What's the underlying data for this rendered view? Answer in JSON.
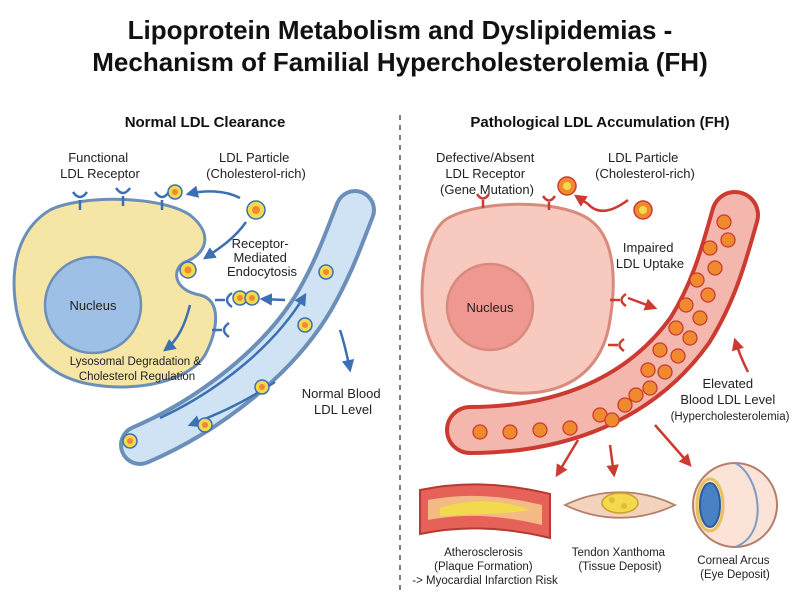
{
  "title": {
    "line1": "Lipoprotein Metabolism and Dyslipidemias -",
    "line2": "Mechanism of Familial Hypercholesterolemia (FH)"
  },
  "left_panel": {
    "heading": "Normal LDL Clearance",
    "receptor_label": [
      "Functional",
      "LDL Receptor"
    ],
    "particle_label": [
      "LDL Particle",
      "(Cholesterol-rich)"
    ],
    "endocytosis_label": [
      "Receptor-",
      "Mediated",
      "Endocytosis"
    ],
    "nucleus": "Nucleus",
    "lysosome_label": [
      "Lysosomal Degradation &",
      "Cholesterol Regulation"
    ],
    "blood_label": [
      "Normal Blood",
      "LDL Level"
    ]
  },
  "right_panel": {
    "heading": "Pathological LDL Accumulation (FH)",
    "receptor_label": [
      "Defective/Absent",
      "LDL Receptor",
      "(Gene Mutation)"
    ],
    "particle_label": [
      "LDL Particle",
      "(Cholesterol-rich)"
    ],
    "uptake_label": [
      "Impaired",
      "LDL Uptake"
    ],
    "nucleus": "Nucleus",
    "blood_label": [
      "Elevated",
      "Blood LDL Level",
      "(Hypercholesterolemia)"
    ],
    "outcomes": [
      {
        "lines": [
          "Atherosclerosis",
          "(Plaque Formation)",
          "-> Myocardial Infarction Risk"
        ]
      },
      {
        "lines": [
          "Tendon Xanthoma",
          "(Tissue Deposit)"
        ]
      },
      {
        "lines": [
          "Corneal Arcus",
          "(Eye Deposit)"
        ]
      }
    ]
  },
  "colors": {
    "normal_cell": "#f6e6a6",
    "normal_cell_border": "#6b8fb8",
    "nucleus_blue": "#9fc0e6",
    "vessel_blue": "#cfe3f5",
    "fh_cell": "#f8c9bf",
    "fh_cell_border": "#d88a7c",
    "vessel_red": "#f4b7ad",
    "arrow_blue": "#3d6fb3",
    "arrow_red": "#cc3b32",
    "ldl_yellow": "#f2d94e",
    "ldl_orange": "#f08a2f"
  }
}
